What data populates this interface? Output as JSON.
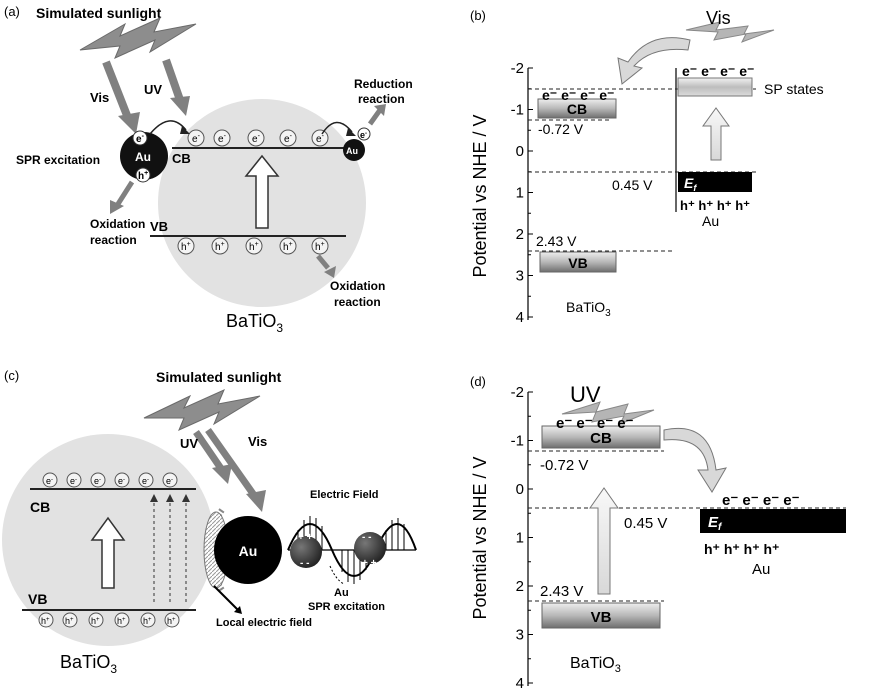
{
  "panel_a": {
    "label": "(a)",
    "sunlight": "Simulated sunlight",
    "vis": "Vis",
    "uv": "UV",
    "spr": "SPR excitation",
    "au": "Au",
    "e": "e",
    "e_sup": "-",
    "h": "h",
    "h_sup": "+",
    "cb": "CB",
    "vb": "VB",
    "oxidation1_l1": "Oxidation",
    "oxidation1_l2": "reaction",
    "reduction_l1": "Reduction",
    "reduction_l2": "reaction",
    "oxidation2_l1": "Oxidation",
    "oxidation2_l2": "reaction",
    "material": "BaTiO",
    "material_sub": "3"
  },
  "panel_b": {
    "label": "(b)",
    "vis": "Vis",
    "ylabel": "Potential vs NHE / V",
    "ticks": [
      "-2",
      "-1",
      "0",
      "1",
      "2",
      "3",
      "4"
    ],
    "cb_level": "-0.72 V",
    "vb_level": "2.43 V",
    "ef_level": "0.45 V",
    "cb": "CB",
    "vb": "VB",
    "ef": "E",
    "ef_sub": "f",
    "electrons": "e⁻ e⁻ e⁻ e⁻",
    "holes": "h⁺ h⁺ h⁺  h⁺",
    "sp_states": "SP states",
    "au": "Au",
    "material": "BaTiO",
    "material_sub": "3"
  },
  "panel_c": {
    "label": "(c)",
    "sunlight": "Simulated sunlight",
    "uv": "UV",
    "vis": "Vis",
    "cb": "CB",
    "vb": "VB",
    "au": "Au",
    "e": "e",
    "e_sup": "-",
    "h": "h",
    "h_sup": "+",
    "electric_field": "Electric Field",
    "au_small": "Au",
    "spr": "SPR excitation",
    "local_field": "Local electric field",
    "material": "BaTiO",
    "material_sub": "3"
  },
  "panel_d": {
    "label": "(d)",
    "uv": "UV",
    "ylabel": "Potential vs NHE / V",
    "ticks": [
      "-2",
      "-1",
      "0",
      "1",
      "2",
      "3",
      "4"
    ],
    "cb_level": "-0.72 V",
    "vb_level": "2.43 V",
    "ef_level": "0.45 V",
    "cb": "CB",
    "vb": "VB",
    "ef": "E",
    "ef_sub": "f",
    "electrons_cb": "e⁻ e⁻ e⁻ e⁻",
    "electrons_ef": "e⁻ e⁻ e⁻ e⁻",
    "holes": "h⁺ h⁺ h⁺  h⁺",
    "au": "Au",
    "material": "BaTiO",
    "material_sub": "3"
  }
}
